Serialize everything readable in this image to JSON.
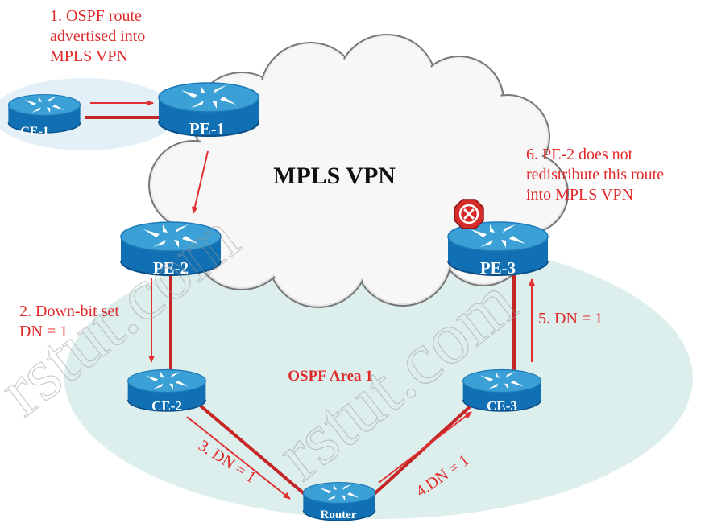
{
  "cloud_label": "MPLS VPN",
  "area_label": "OSPF Area 1",
  "watermark": "rstut.com",
  "routers": {
    "ce1": "CE-1",
    "pe1": "PE-1",
    "pe2": "PE-2",
    "pe3": "PE-3",
    "ce2": "CE-2",
    "ce3": "CE-3",
    "router": "Router"
  },
  "annotations": {
    "step1": "1. OSPF route\nadvertised into\nMPLS VPN",
    "step2": "2. Down-bit set\nDN = 1",
    "step3": "3. DN = 1",
    "step4": "4.DN = 1",
    "step5": "5. DN = 1",
    "step6": "6. PE-2 does not\nredistribute this route\ninto MPLS VPN"
  },
  "icons": {
    "router": "router-icon",
    "blocked": "blocked-x-icon"
  },
  "colors": {
    "link": "#cc2222",
    "annotation": "#e02a2a",
    "area_fill": "#dcefed",
    "router_top": "#3aa0d6",
    "router_body": "#1170b4",
    "blocked": "#d62b2b"
  }
}
